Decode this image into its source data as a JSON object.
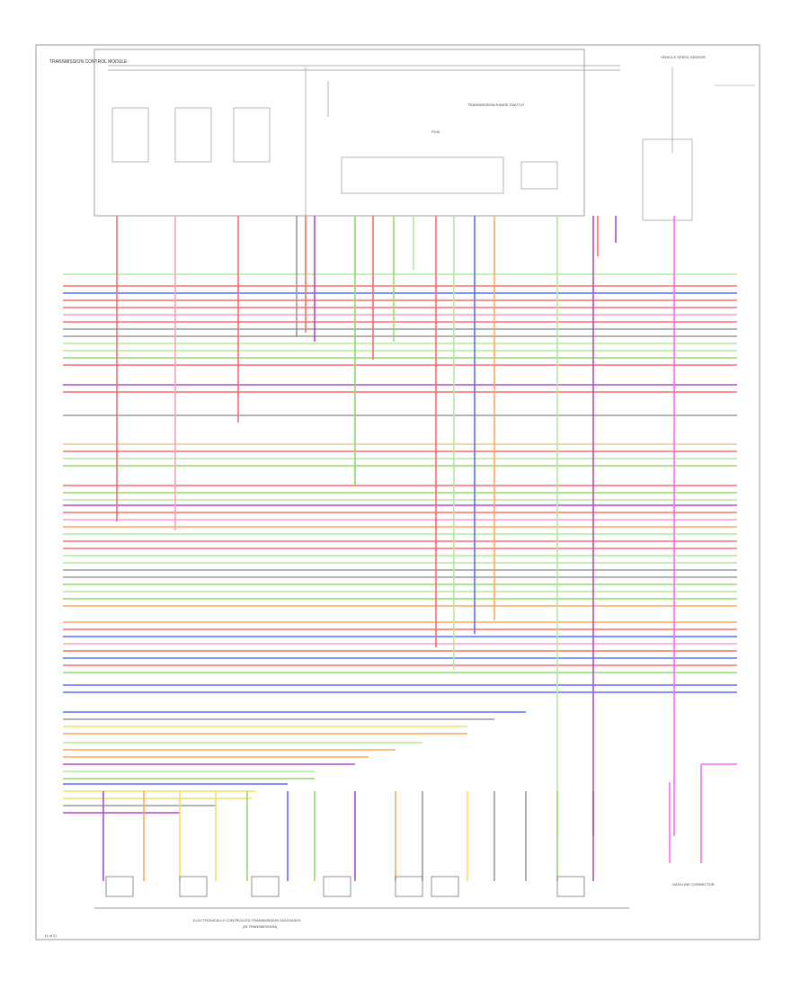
{
  "diagram": {
    "corner_label": "(1 of 2)",
    "module_title": "TRANSMISSION CONTROL MODULE",
    "pcm_label": "PCM",
    "sensor_group_label": "TRANSMISSION RANGE SWITCH",
    "vehicle_speed_label": "VEHICLE SPEED SENSOR",
    "solenoid_block_label": "ELECTRONICALLY CONTROLLED TRANSMISSION SOLENOIDS",
    "solenoid_block_sub": "(IN TRANSMISSION)",
    "right_connector_label": "DATA LINK CONNECTOR",
    "wire_colors": {
      "red": "#ff6b6b",
      "pink": "#ff9ec4",
      "blue": "#5a6bff",
      "green": "#8fdc6a",
      "light_green": "#b7e89a",
      "orange": "#ffa55a",
      "yellow": "#f0e060",
      "purple": "#b04ad0",
      "magenta": "#ff66ff",
      "tan": "#e8c89a",
      "gray": "#9a9a9a",
      "dark": "#555555"
    }
  }
}
